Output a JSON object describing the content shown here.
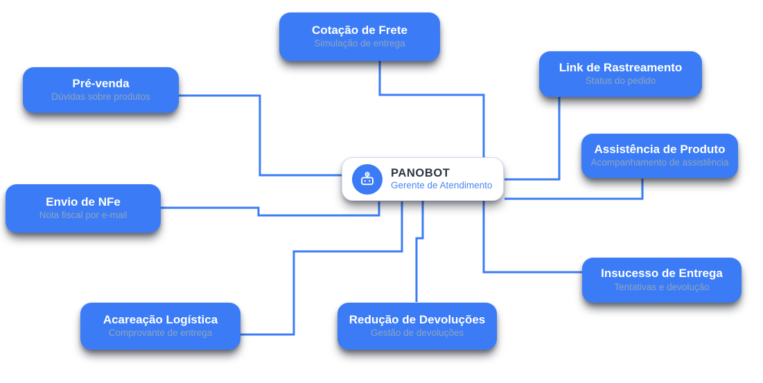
{
  "diagram": {
    "center_node": {
      "title": "PANOBOT",
      "subtitle": "Gerente de Atendimento",
      "icon": "robot-icon"
    },
    "nodes": [
      {
        "id": "cotacao-de-frete",
        "title": "Cotação de Frete",
        "subtitle": "Simulação de entrega"
      },
      {
        "id": "link-de-rastreamento",
        "title": "Link de Rastreamento",
        "subtitle": "Status do pedido"
      },
      {
        "id": "pre-venda",
        "title": "Pré-venda",
        "subtitle": "Dúvidas sobre produtos"
      },
      {
        "id": "assistencia-de-produto",
        "title": "Assistência de Produto",
        "subtitle": "Acompanhamento de assistência"
      },
      {
        "id": "envio-de-nfe",
        "title": "Envio de NFe",
        "subtitle": "Nota fiscal por e-mail"
      },
      {
        "id": "insucesso-de-entrega",
        "title": "Insucesso de Entrega",
        "subtitle": "Tentativas e devolução"
      },
      {
        "id": "acareacao-logistica",
        "title": "Acareação Logística",
        "subtitle": "Comprovante de entrega"
      },
      {
        "id": "reducao-de-devolucoes",
        "title": "Redução de Devoluções",
        "subtitle": "Gestão de devoluções"
      }
    ],
    "edges": [
      {
        "from": "cotacao-de-frete",
        "to": "panobot"
      },
      {
        "from": "link-de-rastreamento",
        "to": "panobot"
      },
      {
        "from": "pre-venda",
        "to": "panobot"
      },
      {
        "from": "assistencia-de-produto",
        "to": "panobot"
      },
      {
        "from": "envio-de-nfe",
        "to": "panobot"
      },
      {
        "from": "panobot",
        "to": "acareacao-logistica"
      },
      {
        "from": "panobot",
        "to": "reducao-de-devolucoes"
      },
      {
        "from": "panobot",
        "to": "insucesso-de-entrega"
      }
    ],
    "colors": {
      "node_blue": "#3b7cf6",
      "connector_blue": "#3b7cf6",
      "node_subtitle": "#8ea3bf",
      "center_border": "#ccd9f3",
      "center_title": "#2b3440",
      "center_subtitle": "#4c86f0",
      "background": "#ffffff"
    }
  }
}
